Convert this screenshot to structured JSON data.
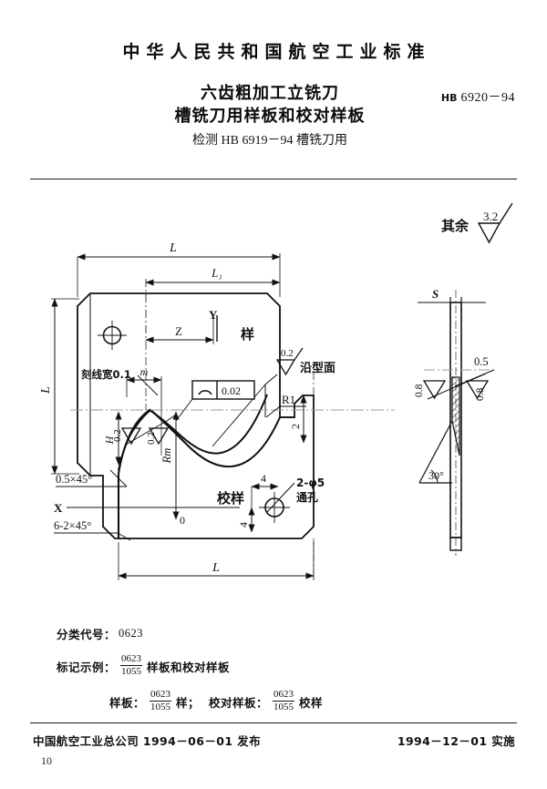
{
  "header": {
    "organization": "中华人民共和国航空工业标准",
    "title_line1": "六齿粗加工立铣刀",
    "title_line2": "槽铣刀用样板和校对样板",
    "subtitle": "检测 HB 6919－94 槽铣刀用",
    "standard_prefix": "HB",
    "standard_number": "6920－94"
  },
  "drawing": {
    "surface_note_label": "其余",
    "surface_note_value": "3.2",
    "front_view": {
      "dim_top_overall": "L",
      "dim_top_inner": "L₁",
      "dim_left_vertical": "L",
      "dim_bottom": "L",
      "dim_z": "Z",
      "dim_m": "m",
      "dim_h": "H",
      "dim_rm": "Rm",
      "dim_two": "2",
      "dim_four_h": "4",
      "dim_four_v": "4",
      "datum_x": "X",
      "datum_y": "Y",
      "zero_mark": "0",
      "radius_r1": "R1",
      "label_sample": "样",
      "label_proof": "校样",
      "scribe_width": "刻线宽0.1",
      "chamfer_small": "0.5×45°",
      "chamfer_list": "6-2×45°",
      "hole_callout_line1": "2-φ5",
      "hole_callout_line2": "通孔",
      "profile_tol_symbol": "⌒",
      "profile_tol_value": "0.02",
      "surface_profile_value": "0.2",
      "surface_profile_note": "沿型面",
      "roughness_left": "0.2",
      "roughness_right": "0.2"
    },
    "side_view": {
      "dim_s": "S",
      "dim_05": "0.5",
      "roughness_left": "0.8",
      "roughness_right": "0.8",
      "angle_30": "30°"
    }
  },
  "notes": {
    "class_code_label": "分类代号：",
    "class_code_value": "0623",
    "marking_label": "标记示例：",
    "marking_num": "0623",
    "marking_den": "1055",
    "marking_text": "样板和校对样板",
    "line3_a_label": "样板：",
    "line3_a_num": "0623",
    "line3_a_den": "1055",
    "line3_a_text": "样；",
    "line3_b_label": "校对样板：",
    "line3_b_num": "0623",
    "line3_b_den": "1055",
    "line3_b_text": "校样"
  },
  "footer": {
    "issuer": "中国航空工业总公司 1994－06－01 发布",
    "effective": "1994－12－01 实施",
    "page_number": "10"
  }
}
